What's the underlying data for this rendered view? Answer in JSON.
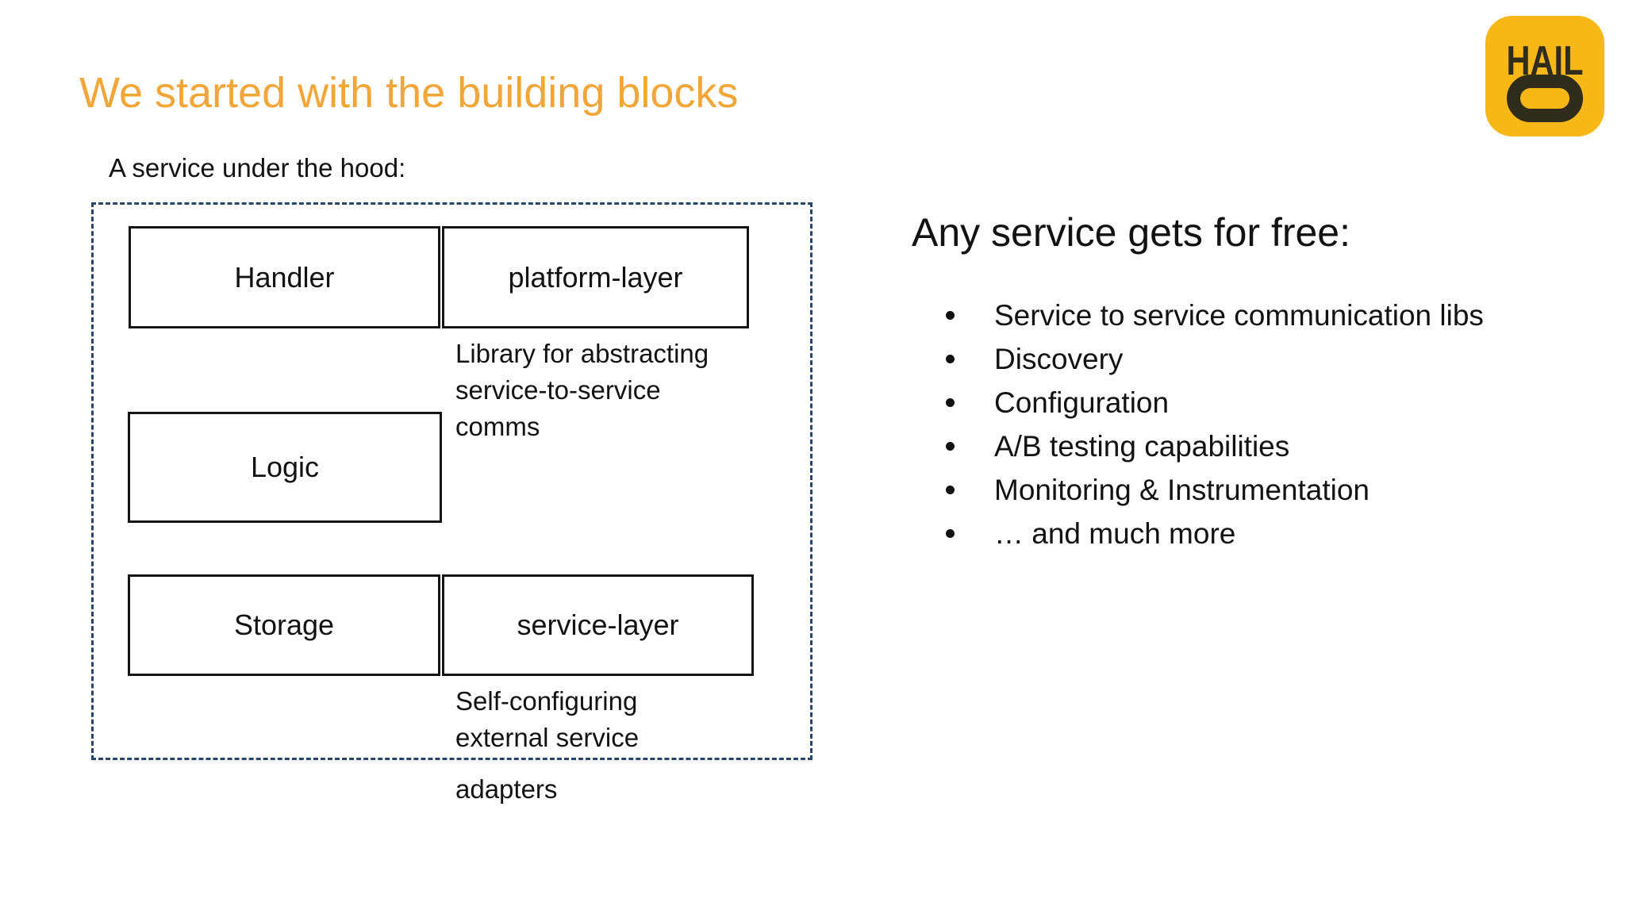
{
  "slide": {
    "title": "We started with the building blocks",
    "subtitle": "A service under the hood:",
    "logo": {
      "text": "HAIL",
      "mark": "o-ring"
    },
    "diagram": {
      "handler_label": "Handler",
      "platform_layer_label": "platform-layer",
      "platform_note_lines": [
        "Library for abstracting",
        "service-to-service",
        "comms"
      ],
      "logic_label": "Logic",
      "storage_label": "Storage",
      "service_layer_label": "service-layer",
      "service_note_lines": [
        "Self-configuring",
        "external service",
        "adapters"
      ]
    },
    "right": {
      "heading": "Any service gets for free:",
      "bullets": [
        "Service to service communication libs",
        "Discovery",
        "Configuration",
        "A/B testing capabilities",
        "Monitoring & Instrumentation",
        "… and much more"
      ]
    },
    "colors": {
      "title_orange": "#F2A638",
      "logo_yellow": "#F7B716",
      "logo_dark": "#2F2C1B",
      "dashed_navy": "#25456A",
      "box_border": "#161616",
      "text_black": "#121212",
      "bg_white": "#FFFFFF"
    }
  }
}
